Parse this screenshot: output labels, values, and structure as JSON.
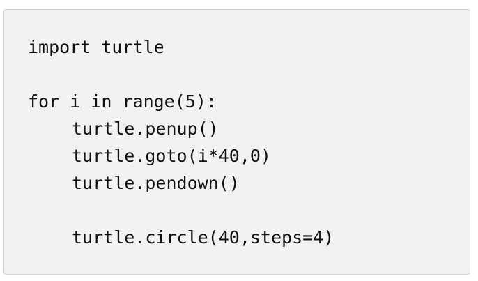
{
  "code": {
    "lines": [
      "import turtle",
      "",
      "for i in range(5):",
      "turtle.penup()",
      "turtle.goto(i*40,0)",
      "turtle.pendown()",
      "",
      "turtle.circle(40,steps=4)"
    ]
  }
}
